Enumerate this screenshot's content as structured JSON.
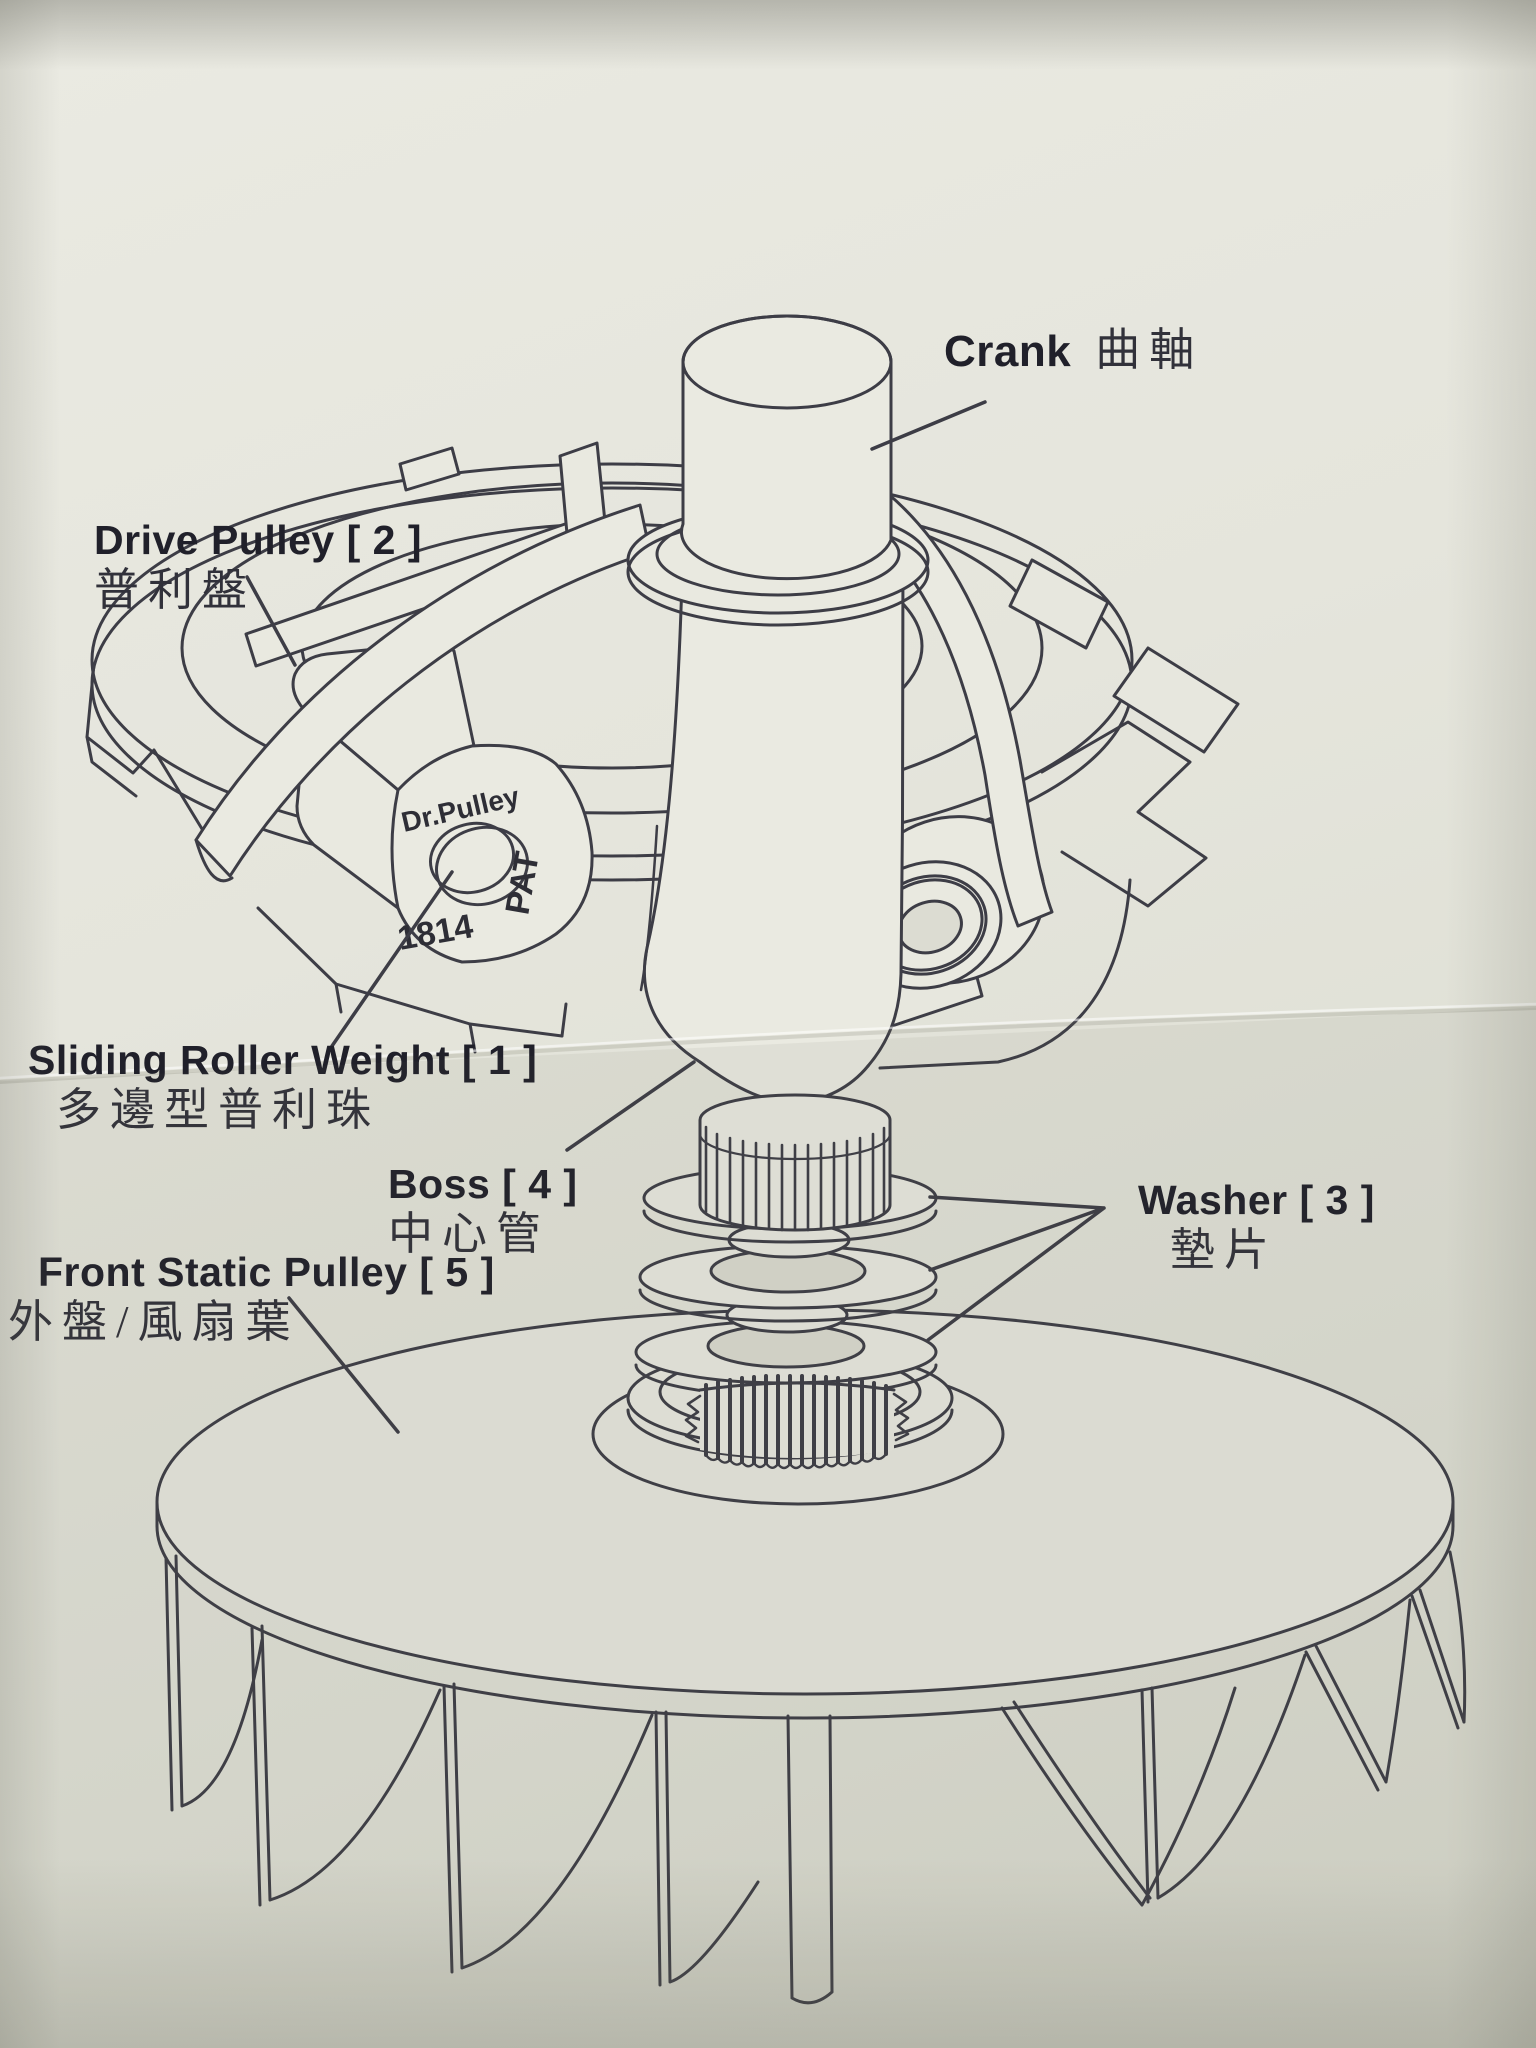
{
  "page": {
    "kind": "scanned parts diagram",
    "paper_color": "#e5e5dc",
    "line_color": "#3d3d46",
    "label_color": "#20202a"
  },
  "diagram": {
    "subject": "CVT drive pulley (variator) exploded assembly",
    "labels": {
      "crank": {
        "en": "Crank",
        "zh": "曲軸"
      },
      "drive_pulley": {
        "en": "Drive Pulley [ 2 ]",
        "zh": "普利盤"
      },
      "sliding_roller": {
        "en": "Sliding Roller Weight [ 1 ]",
        "zh": "多邊型普利珠"
      },
      "boss": {
        "en": "Boss [ 4 ]",
        "zh": "中心管"
      },
      "front_static_pulley": {
        "en": "Front Static Pulley [ 5 ]",
        "zh": "外盤/風扇葉"
      },
      "washer": {
        "en": "Washer [ 3 ]",
        "zh": "墊片"
      }
    },
    "roller_markings": {
      "brand": "Dr.Pulley",
      "patent": "PAT",
      "model": "1814"
    }
  }
}
